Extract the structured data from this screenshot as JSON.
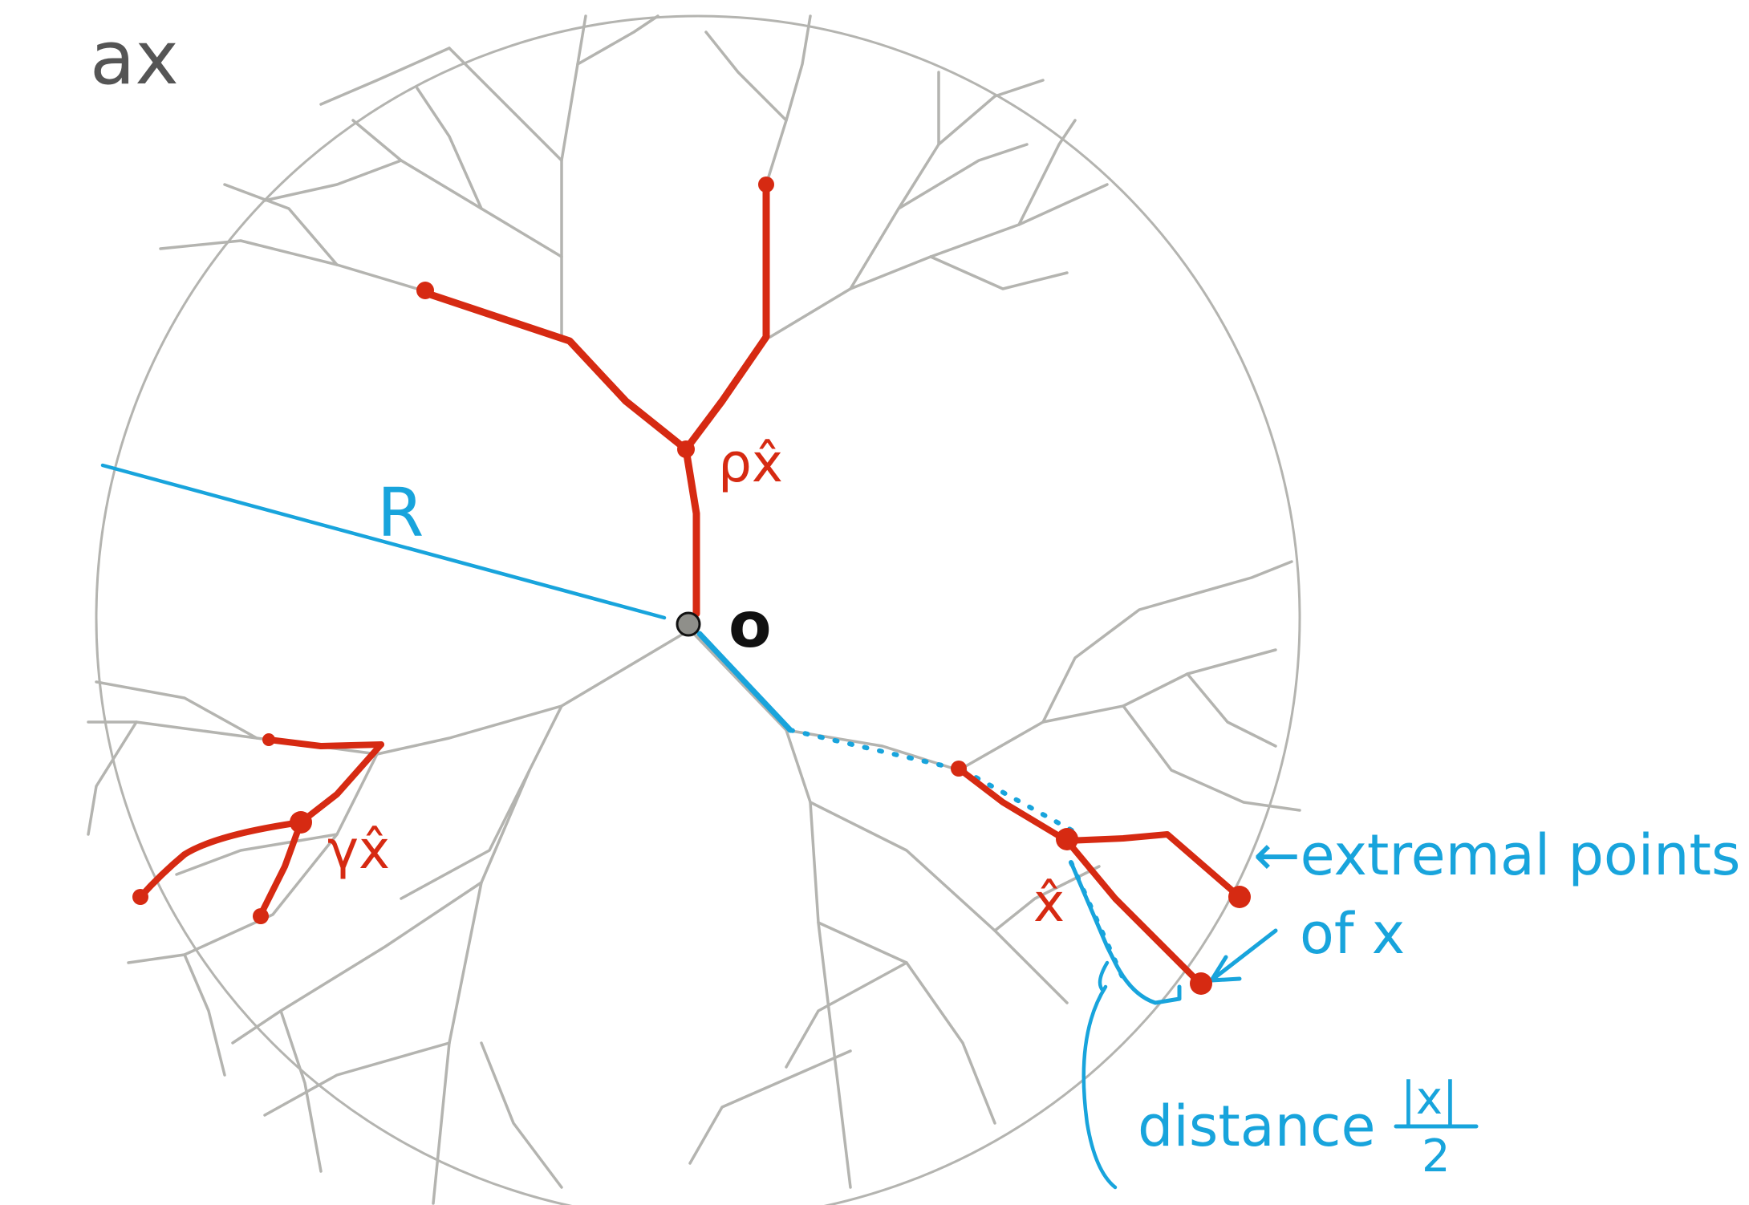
{
  "labels": {
    "corner": "ax",
    "radius": "R",
    "origin": "o",
    "rho_x": "ρx̂",
    "gamma_x": "γx̂",
    "x_hat": "x̂",
    "extremal_line1": "←extremal points",
    "extremal_line2": "of x",
    "distance_word": "distance",
    "frac_num": "|x|",
    "frac_den": "2"
  },
  "colors": {
    "tree": "#b4b4b0",
    "red": "#d62a12",
    "blue": "#18a4dc",
    "black": "#111111",
    "corner_text": "#555555"
  }
}
